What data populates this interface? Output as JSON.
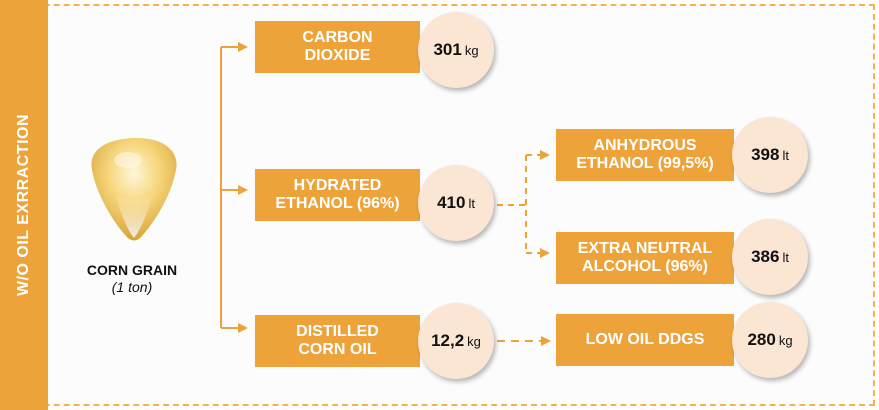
{
  "side_label": "W/O OIL EXRRACTION",
  "input": {
    "name": "CORN GRAIN",
    "quantity": "(1 ton)"
  },
  "products": {
    "co2": {
      "label": "CARBON\nDIOXIDE",
      "value": "301",
      "unit": "kg"
    },
    "hydrated": {
      "label": "HYDRATED\nETHANOL (96%)",
      "value": "410",
      "unit": "lt"
    },
    "corn_oil": {
      "label": "DISTILLED\nCORN OIL",
      "value": "12,2",
      "unit": "kg"
    },
    "anhydrous": {
      "label": "ANHYDROUS\nETHANOL (99,5%)",
      "value": "398",
      "unit": "lt"
    },
    "neutral": {
      "label": "EXTRA NEUTRAL\nALCOHOL (96%)",
      "value": "386",
      "unit": "lt"
    },
    "ddgs": {
      "label": "LOW OIL DDGS",
      "value": "280",
      "unit": "kg"
    }
  },
  "colors": {
    "accent": "#eea33a",
    "circle": "#fbe5d3",
    "border": "#f2b44a"
  }
}
